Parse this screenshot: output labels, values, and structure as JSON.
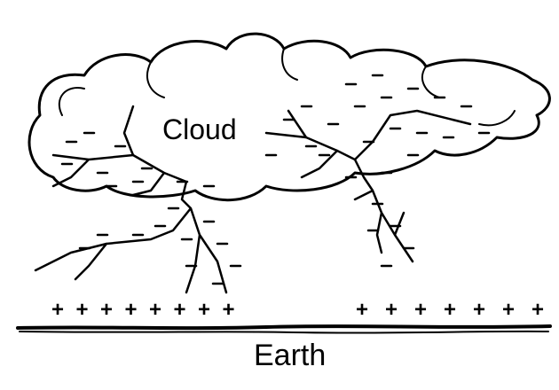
{
  "labels": {
    "cloud": "Cloud",
    "earth": "Earth"
  },
  "charges": {
    "ground_symbol": "+",
    "ground_left_count": 8,
    "ground_right_count": 7,
    "cloud_symbol": "−"
  },
  "colors": {
    "ink": "#000000",
    "background": "#ffffff"
  }
}
